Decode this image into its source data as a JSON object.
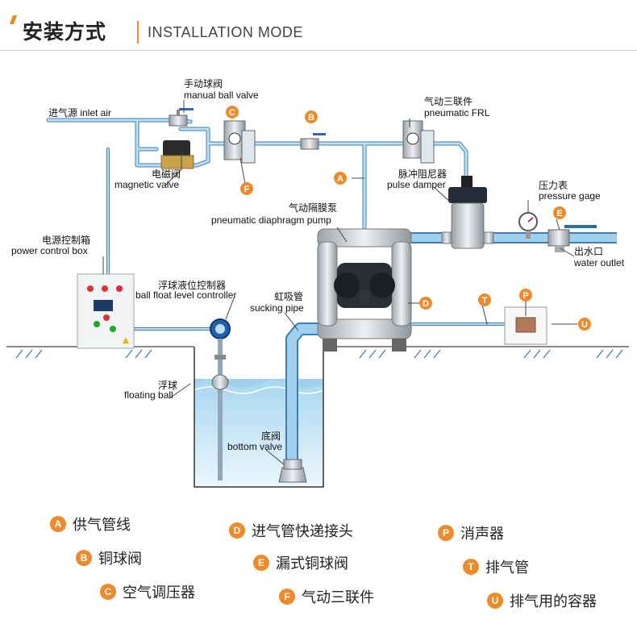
{
  "header": {
    "title_cn": "安装方式",
    "title_en": "INSTALLATION MODE"
  },
  "labels": {
    "manual_valve_cn": "手动球阀",
    "manual_valve_en": "manual ball valve",
    "inlet_air": "进气源 inlet air",
    "frl_cn": "气动三联件",
    "frl_en": "pneumatic FRL",
    "magnetic_cn": "电磁阀",
    "magnetic_en": "magnetic valve",
    "damper_cn": "脉冲阻尼器",
    "damper_en": "pulse damper",
    "pump_cn": "气动隔膜泵",
    "pump_en": "pneumatic diaphragm pump",
    "gage_cn": "压力表",
    "gage_en": "pressure gage",
    "outlet_cn": "出水口",
    "outlet_en": "water outlet",
    "box_cn": "电源控制箱",
    "box_en": "power control box",
    "float_ctrl_cn": "浮球液位控制器",
    "float_ctrl_en": "ball float level controller",
    "sucking_cn": "虹吸管",
    "sucking_en": "sucking pipe",
    "float_cn": "浮球",
    "float_en": "floating ball",
    "bottom_cn": "底阀",
    "bottom_en": "bottom valve"
  },
  "badges": {
    "A": "A",
    "B": "B",
    "C": "C",
    "D": "D",
    "E": "E",
    "F": "F",
    "P": "P",
    "T": "T",
    "U": "U"
  },
  "legend": [
    {
      "key": "A",
      "text": "供气管线"
    },
    {
      "key": "B",
      "text": "铜球阀"
    },
    {
      "key": "C",
      "text": "空气调压器"
    },
    {
      "key": "D",
      "text": "进气管快递接头"
    },
    {
      "key": "E",
      "text": "漏式铜球阀"
    },
    {
      "key": "F",
      "text": "气动三联件"
    },
    {
      "key": "P",
      "text": "消声器"
    },
    {
      "key": "T",
      "text": "排气管"
    },
    {
      "key": "U",
      "text": "排气用的容器"
    }
  ],
  "colors": {
    "accent": "#ef8a2a",
    "pipe": "#8ec3e6",
    "pipe_edge": "#3f7fb0",
    "water": "#cfe9f7"
  }
}
